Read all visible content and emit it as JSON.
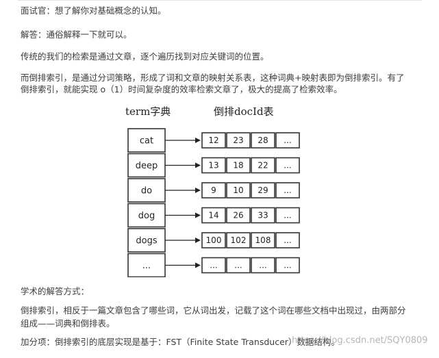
{
  "paragraphs": {
    "p1": "面试官：想了解你对基础概念的认知。",
    "p2": "解答：通俗解释一下就可以。",
    "p3": "传统的我们的检索是通过文章，逐个遍历找到对应关键词的位置。",
    "p4a": "而倒排索引，是通过分词策略，形成了词和文章的映射关系表，这种词典+映射表即为倒排索引。有了",
    "p4b": "倒排索引，就能实现 o（1）时间复杂度的效率检索文章了，极大的提高了检索效率。",
    "p5": "学术的解答方式：",
    "p6a": "倒排索引，相反于一篇文章包含了哪些词，它从词出发，记载了这个词在哪些文档中出现过，由两部分",
    "p6b": "组成——词典和倒排表。",
    "p7": "加分项：倒排索引的底层实现是基于：FST（Finite State Transducer）数据结构。"
  },
  "diagram": {
    "term_title": "term字典",
    "posting_title": "倒排docId表",
    "rows": [
      {
        "term": "cat",
        "ids": [
          "12",
          "23",
          "28",
          "..."
        ]
      },
      {
        "term": "deep",
        "ids": [
          "13",
          "18",
          "22",
          "..."
        ]
      },
      {
        "term": "do",
        "ids": [
          "9",
          "10",
          "29",
          "..."
        ]
      },
      {
        "term": "dog",
        "ids": [
          "14",
          "26",
          "33",
          "..."
        ]
      },
      {
        "term": "dogs",
        "ids": [
          "100",
          "102",
          "108",
          "..."
        ]
      },
      {
        "term": "...",
        "ids": [
          "...",
          "...",
          "...",
          "..."
        ]
      }
    ]
  },
  "watermark": "https://blog.csdn.net/SQY0809"
}
